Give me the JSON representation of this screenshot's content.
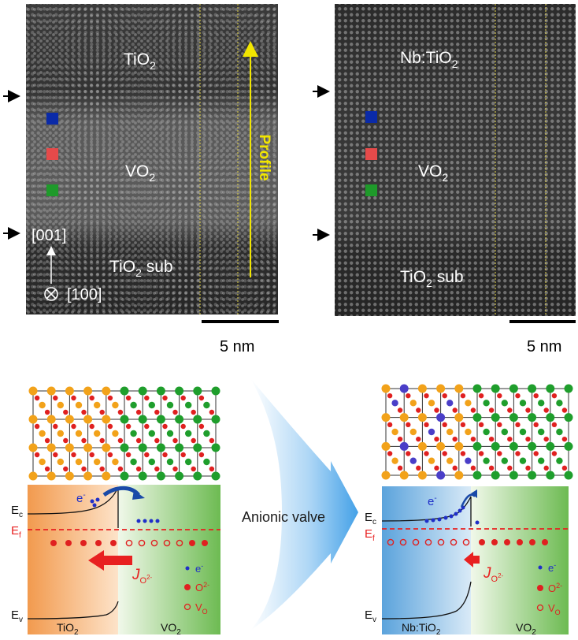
{
  "colors": {
    "blue_square": "#0a2aa8",
    "red_square": "#e64a4a",
    "green_square": "#1e9a2a",
    "profile_arrow": "#f2e600",
    "fermi_line": "#e82020",
    "electron_dot": "#1f2fc8",
    "oxygen_dot": "#e02020",
    "ti_atom": "#f2a21a",
    "v_atom": "#1f9e2c",
    "nb_atom": "#4a3ec8"
  },
  "left_panel": {
    "top_layer": {
      "base": "TiO",
      "sub": "2"
    },
    "mid_layer": {
      "base": "VO",
      "sub": "2"
    },
    "sub_layer": {
      "base": "TiO",
      "sub": "2",
      "tail": " sub"
    },
    "profile_label": "Profile",
    "axis_up": "[001]",
    "axis_in": "[100]",
    "scale_label": "5 nm"
  },
  "right_panel": {
    "top_layer": {
      "base": "Nb:TiO",
      "sub": "2"
    },
    "mid_layer": {
      "base": "VO",
      "sub": "2"
    },
    "sub_layer": {
      "base": "TiO",
      "sub": "2",
      "tail": " sub"
    },
    "scale_label": "5 nm"
  },
  "center_label": "Anionic valve",
  "band_left": {
    "ec": {
      "base": "E",
      "sub": "c"
    },
    "ef": {
      "base": "E",
      "sub": "f"
    },
    "ev": {
      "base": "E",
      "sub": "v"
    },
    "electron": {
      "base": "e",
      "sup": "-"
    },
    "flux": {
      "base": "J",
      "sub": "O",
      "subsup": "2-"
    },
    "legend_e": {
      "base": "e",
      "sup": "-"
    },
    "legend_o": {
      "base": "O",
      "sup": "2-"
    },
    "legend_v": {
      "base": "V",
      "sub": "O"
    },
    "left_material": {
      "base": "TiO",
      "sub": "2"
    },
    "right_material": {
      "base": "VO",
      "sub": "2"
    }
  },
  "band_right": {
    "ec": {
      "base": "E",
      "sub": "c"
    },
    "ef": {
      "base": "E",
      "sub": "f"
    },
    "ev": {
      "base": "E",
      "sub": "v"
    },
    "electron": {
      "base": "e",
      "sup": "-"
    },
    "flux": {
      "base": "J",
      "sub": "O",
      "subsup": "2-"
    },
    "legend_e": {
      "base": "e",
      "sup": "-"
    },
    "legend_o": {
      "base": "O",
      "sup": "2-"
    },
    "legend_v": {
      "base": "V",
      "sub": "O"
    },
    "left_material": {
      "base": "Nb:TiO",
      "sub": "2"
    },
    "right_material": {
      "base": "VO",
      "sub": "2"
    }
  }
}
